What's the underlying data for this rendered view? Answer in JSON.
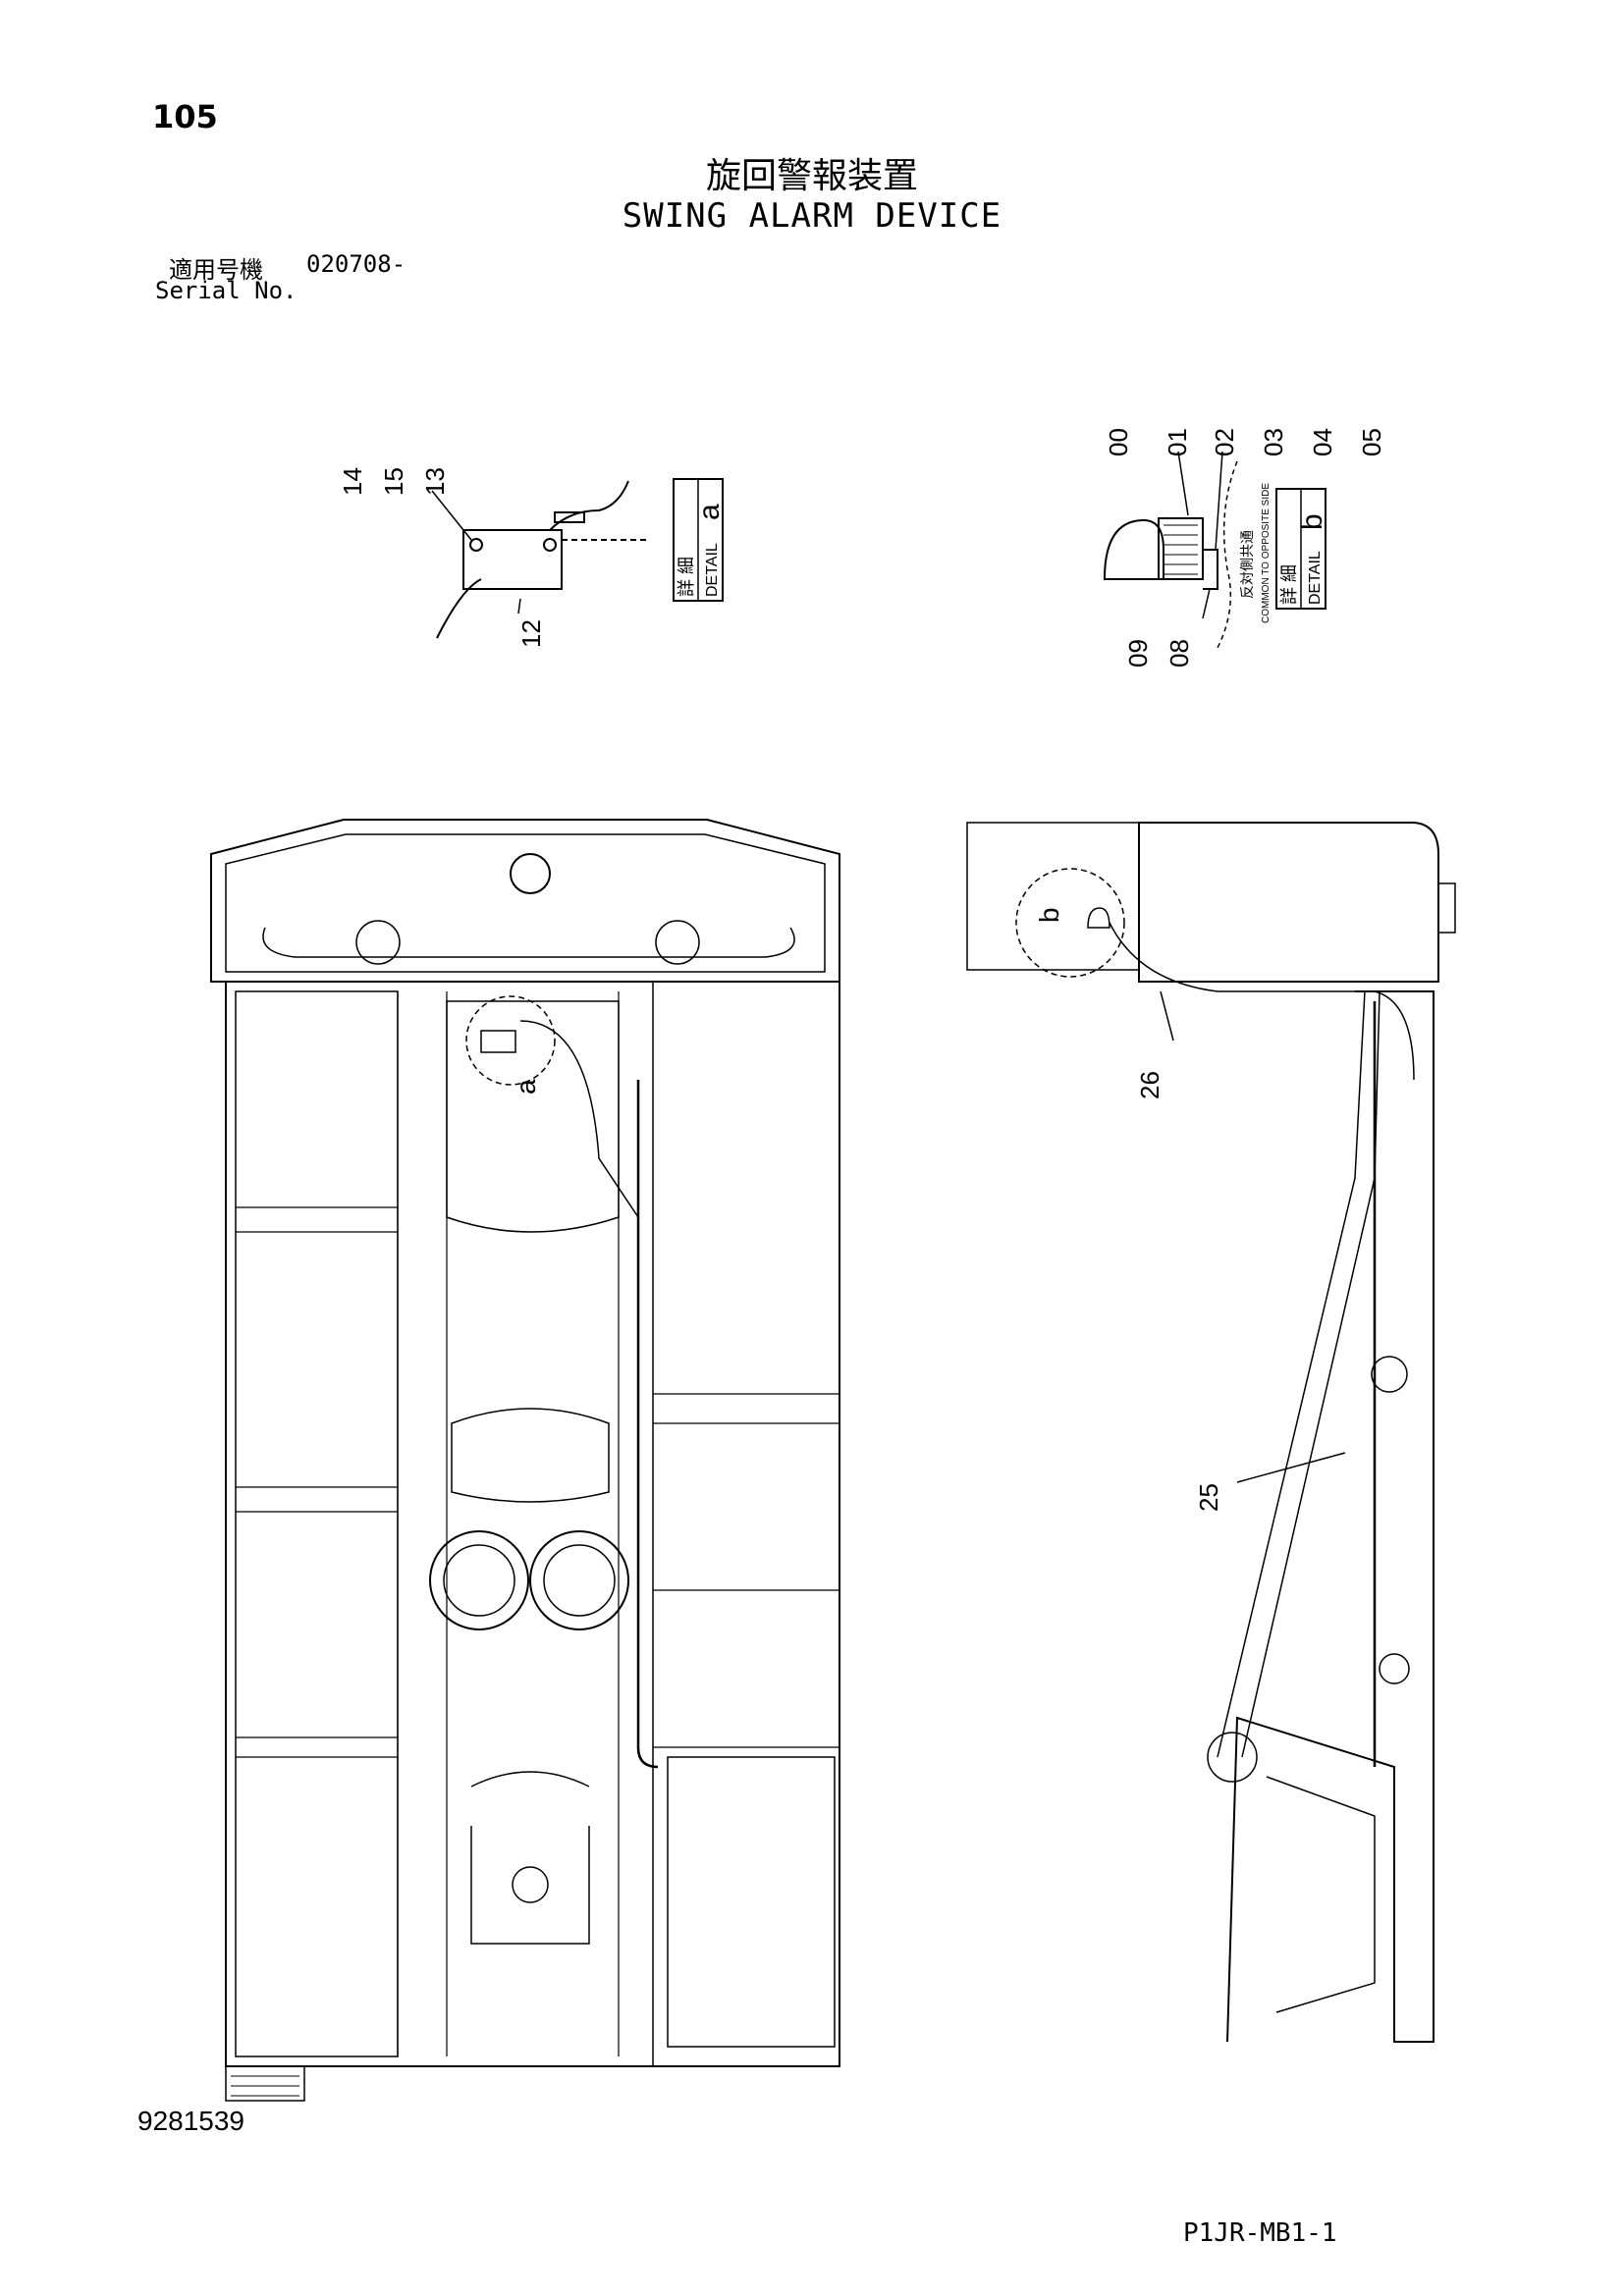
{
  "header": {
    "page_number": "105",
    "title_jp": "旋回警報装置",
    "title_en": "SWING ALARM DEVICE",
    "serial_label_jp": "適用号機",
    "serial_value": "020708-",
    "serial_label_en": "Serial No."
  },
  "detail_a": {
    "callouts": [
      "14",
      "15",
      "13",
      "12"
    ],
    "box_label_jp": "詳 細",
    "box_label_en": "DETAIL",
    "box_letter": "a"
  },
  "detail_b": {
    "callouts": [
      "00",
      "01",
      "02",
      "03",
      "04",
      "05",
      "09",
      "08"
    ],
    "note_jp": "反対側共通",
    "note_en": "COMMON TO OPPOSITE SIDE",
    "box_label_jp": "詳 細",
    "box_label_en": "DETAIL",
    "box_letter": "b"
  },
  "main_view": {
    "detail_marker": "a"
  },
  "side_view": {
    "detail_marker": "b",
    "callouts": [
      "26",
      "25"
    ]
  },
  "footer": {
    "document_number": "9281539",
    "page_reference": "P1JR-MB1-1"
  }
}
